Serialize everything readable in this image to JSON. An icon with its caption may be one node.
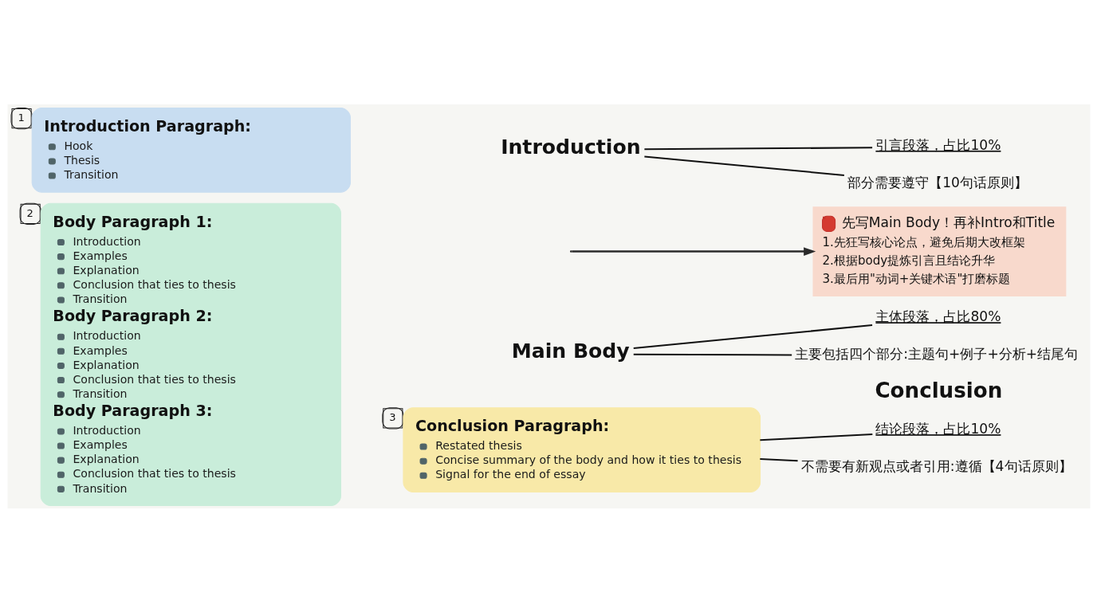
{
  "diagram": {
    "nodes": [
      {
        "text": [
          "Introduction Paragraph:",
          "Hook",
          "Thesis",
          "Transition"
        ],
        "beside": [
          "1"
        ]
      },
      {
        "text": [
          "Introduction"
        ]
      },
      {
        "text": [
          "引言段落，占比10%"
        ]
      },
      {
        "text": [
          "部分需要遵守【10句话原则】"
        ]
      },
      {
        "text": [
          "Body Paragraph 1:",
          "Introduction",
          "Examples",
          "Explanation",
          "Conclusion that ties to thesis",
          "Transition",
          "Body Paragraph 2:",
          "Introduction",
          "Examples",
          "Explanation",
          "Conclusion that ties to thesis",
          "Transition",
          "Body Paragraph 3:",
          "Introduction",
          "Examples",
          "Explanation",
          "Conclusion that ties to thesis",
          "Transition"
        ],
        "beside": [
          "2"
        ]
      },
      {
        "text": [
          "先写Main Body！再补Intro和Title",
          "1.先狂写核心论点，避免后期大改框架",
          "2.根据body提炼引言且结论升华",
          "3.最后用\"动词+关键术语\"打磨标题"
        ]
      },
      {
        "text": [
          "Main Body"
        ]
      },
      {
        "text": [
          "主体段落，占比80%"
        ]
      },
      {
        "text": [
          "主要包括四个部分:主题句+例子+分析+结尾句"
        ]
      },
      {
        "text": [
          "Conclusion Paragraph:",
          "Restated thesis",
          "Concise summary of the body and how it ties to thesis",
          "Signal for the end of essay"
        ],
        "beside": [
          "3"
        ]
      },
      {
        "text": [
          "结论段落，占比10%"
        ]
      },
      {
        "text": [
          "不需要有新观点或者引用:遵循【4句话原则】"
        ]
      }
    ],
    "edges": [
      {
        "from": 1,
        "to": 2,
        "arrow": "none"
      },
      {
        "from": 1,
        "to": 3,
        "arrow": "none"
      },
      {
        "from": null,
        "to": 5,
        "arrow": "to"
      },
      {
        "from": 6,
        "to": 7,
        "arrow": "none"
      },
      {
        "from": 6,
        "to": 8,
        "arrow": "none"
      },
      {
        "from": 9,
        "to": 10,
        "arrow": "none"
      },
      {
        "from": 9,
        "to": 11,
        "arrow": "none"
      }
    ],
    "labels": [
      "Conclusion"
    ]
  }
}
